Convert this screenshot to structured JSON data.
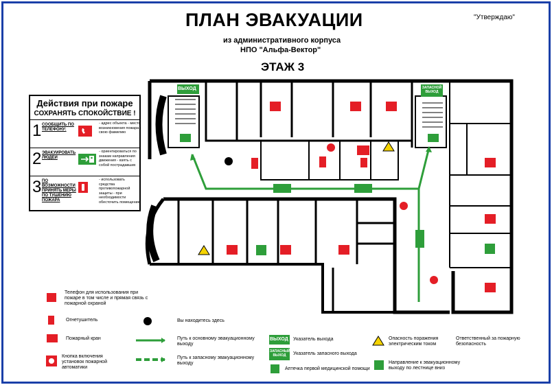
{
  "header": {
    "title": "ПЛАН ЭВАКУАЦИИ",
    "approve": "\"Утверждаю\"",
    "subtitle1": "из административного корпуса",
    "subtitle2": "НПО \"Альфа-Вектор\"",
    "floor": "ЭТАЖ  3"
  },
  "actions": {
    "title": "Действия при пожаре",
    "subtitle": "СОХРАНЯТЬ СПОКОЙСТВИЕ !",
    "rows": [
      {
        "num": "1",
        "label": "СООБЩИТЬ ПО ТЕЛЕФОНУ:",
        "notes": "- адрес объекта - место возникновения пожара - свою фамилию"
      },
      {
        "num": "2",
        "label": "ЭВАКУИРОВАТЬ ЛЮДЕЙ",
        "notes": "- ориентироваться по знакам направления движения - взять с собой пострадавших"
      },
      {
        "num": "3",
        "label": "ПО ВОЗМОЖНОСТИ ПРИНЯТЬ МЕРЫ ПО ТУШЕНИЮ ПОЖАРА",
        "notes": "- использовать средства противопожарной защиты - при необходимости обесточить помещение"
      }
    ]
  },
  "plan": {
    "exit_main": "ВЫХОД",
    "exit_spare": "ЗАПАСНОЙ ВЫХОД"
  },
  "legend": {
    "phone": "Телефон для использования при пожаре в том числе и прямая связь с пожарной охраной",
    "extinguisher": "Огнетушитель",
    "hydrant": "Пожарный кран",
    "alarm_button": "Кнопка включения установок пожарной автоматики",
    "you_are_here": "Вы находитесь здесь",
    "main_route": "Путь к основному эвакуационному выходу",
    "spare_route": "Путь к запасному эвакуационному выходу",
    "exit_sign_label": "ВЫХОД",
    "exit_sign": "Указатель выхода",
    "spare_exit_sign_label": "ЗАПАСНЫЙ ВЫХОД",
    "spare_exit_sign": "Указатель запасного выхода",
    "first_aid": "Аптечка первой медицинской помощи",
    "electric": "Опасность поражения электрическим током",
    "stairs": "Направление к эвакуационному выходу по лестнице вниз",
    "responsible": "Ответственный за пожарную безопасность"
  },
  "colors": {
    "frame": "#1a3fa8",
    "route": "#2e9e3a",
    "red": "#e41e26",
    "green_sign": "#2e9e3a"
  }
}
